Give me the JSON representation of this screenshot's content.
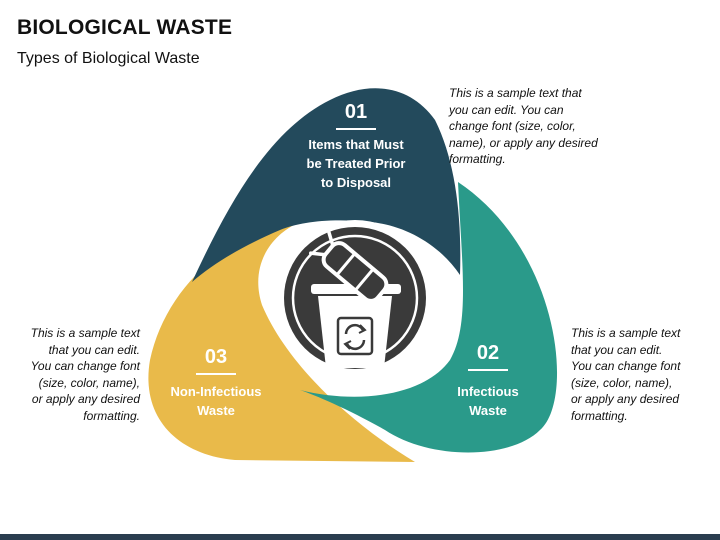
{
  "header": {
    "title": "BIOLOGICAL WASTE",
    "subtitle": "Types of Biological Waste"
  },
  "segments": [
    {
      "number": "01",
      "label_lines": [
        "Items that Must",
        "be Treated Prior",
        "to Disposal"
      ],
      "color": "#234a5c",
      "description": "This is a sample text that you can edit. You can change font (size, color, name), or apply any desired formatting."
    },
    {
      "number": "02",
      "label_lines": [
        "Infectious",
        "Waste"
      ],
      "color": "#2a9a8a",
      "description": "This is a sample text that you can edit. You can change font (size, color, name), or apply any desired formatting."
    },
    {
      "number": "03",
      "label_lines": [
        "Non-Infectious",
        "Waste"
      ],
      "color": "#e9ba4a",
      "description": "This is a sample text that you can edit. You can change font (size, color, name), or apply any desired formatting."
    }
  ],
  "center": {
    "icon": "biohazard-bin-icon",
    "ring_color": "#3a3a3a"
  }
}
